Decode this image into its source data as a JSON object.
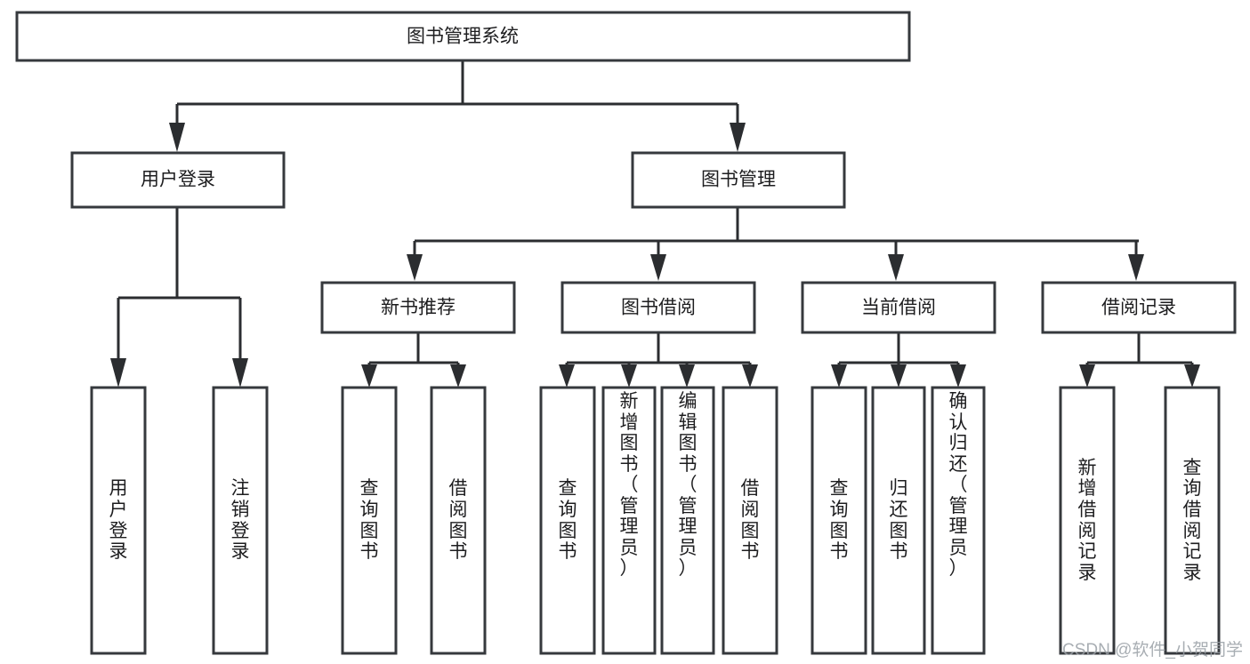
{
  "diagram": {
    "type": "tree-hierarchy-chart",
    "title": "图书管理系统",
    "watermark": "CSDN @软件_小贺同学",
    "colors": {
      "box_border": "#36393d",
      "box_fill": "#ffffff",
      "connector": "#2b2d30",
      "text": "#1d1d1f",
      "watermark": "#9aa0a6",
      "background": "#ffffff"
    },
    "levels": {
      "root": {
        "label": "图书管理系统"
      },
      "level2": [
        {
          "id": "user-login",
          "label": "用户登录"
        },
        {
          "id": "book-management",
          "label": "图书管理"
        }
      ],
      "level3": [
        {
          "id": "new-book-recommend",
          "label": "新书推荐"
        },
        {
          "id": "book-borrow",
          "label": "图书借阅"
        },
        {
          "id": "current-borrow",
          "label": "当前借阅"
        },
        {
          "id": "borrow-record",
          "label": "借阅记录"
        }
      ],
      "leaves": [
        {
          "id": "leaf-user-login",
          "label": "用户登录",
          "parent": "user-login"
        },
        {
          "id": "leaf-logout",
          "label": "注销登录",
          "parent": "user-login"
        },
        {
          "id": "leaf-query-book-1",
          "label": "查询图书",
          "parent": "new-book-recommend"
        },
        {
          "id": "leaf-borrow-book-1",
          "label": "借阅图书",
          "parent": "new-book-recommend"
        },
        {
          "id": "leaf-query-book-2",
          "label": "查询图书",
          "parent": "book-borrow"
        },
        {
          "id": "leaf-add-book",
          "label": "新增图书（管理员）",
          "parent": "book-borrow"
        },
        {
          "id": "leaf-edit-book",
          "label": "编辑图书（管理员）",
          "parent": "book-borrow"
        },
        {
          "id": "leaf-borrow-book-2",
          "label": "借阅图书",
          "parent": "book-borrow"
        },
        {
          "id": "leaf-query-book-3",
          "label": "查询图书",
          "parent": "current-borrow"
        },
        {
          "id": "leaf-return-book",
          "label": "归还图书",
          "parent": "current-borrow"
        },
        {
          "id": "leaf-confirm-return",
          "label": "确认归还（管理员）",
          "parent": "current-borrow"
        },
        {
          "id": "leaf-add-record",
          "label": "新增借阅记录",
          "parent": "borrow-record"
        },
        {
          "id": "leaf-query-record",
          "label": "查询借阅记录",
          "parent": "borrow-record"
        }
      ]
    }
  }
}
